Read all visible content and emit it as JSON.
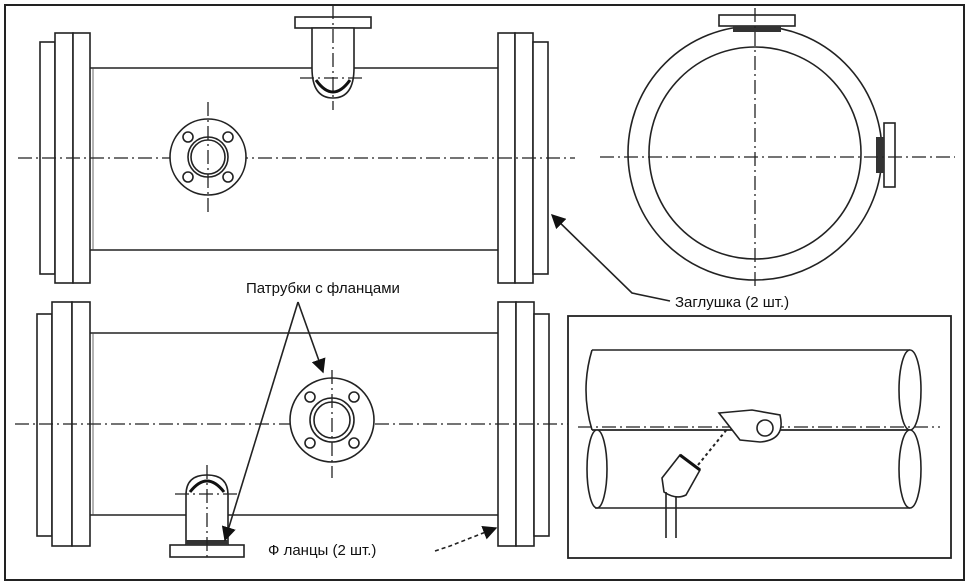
{
  "labels": {
    "nozzles": "Патрубки с фланцами",
    "plug": "Заглушка (2 шт.)",
    "flanges": "Ф ланцы (2 шт.)"
  }
}
